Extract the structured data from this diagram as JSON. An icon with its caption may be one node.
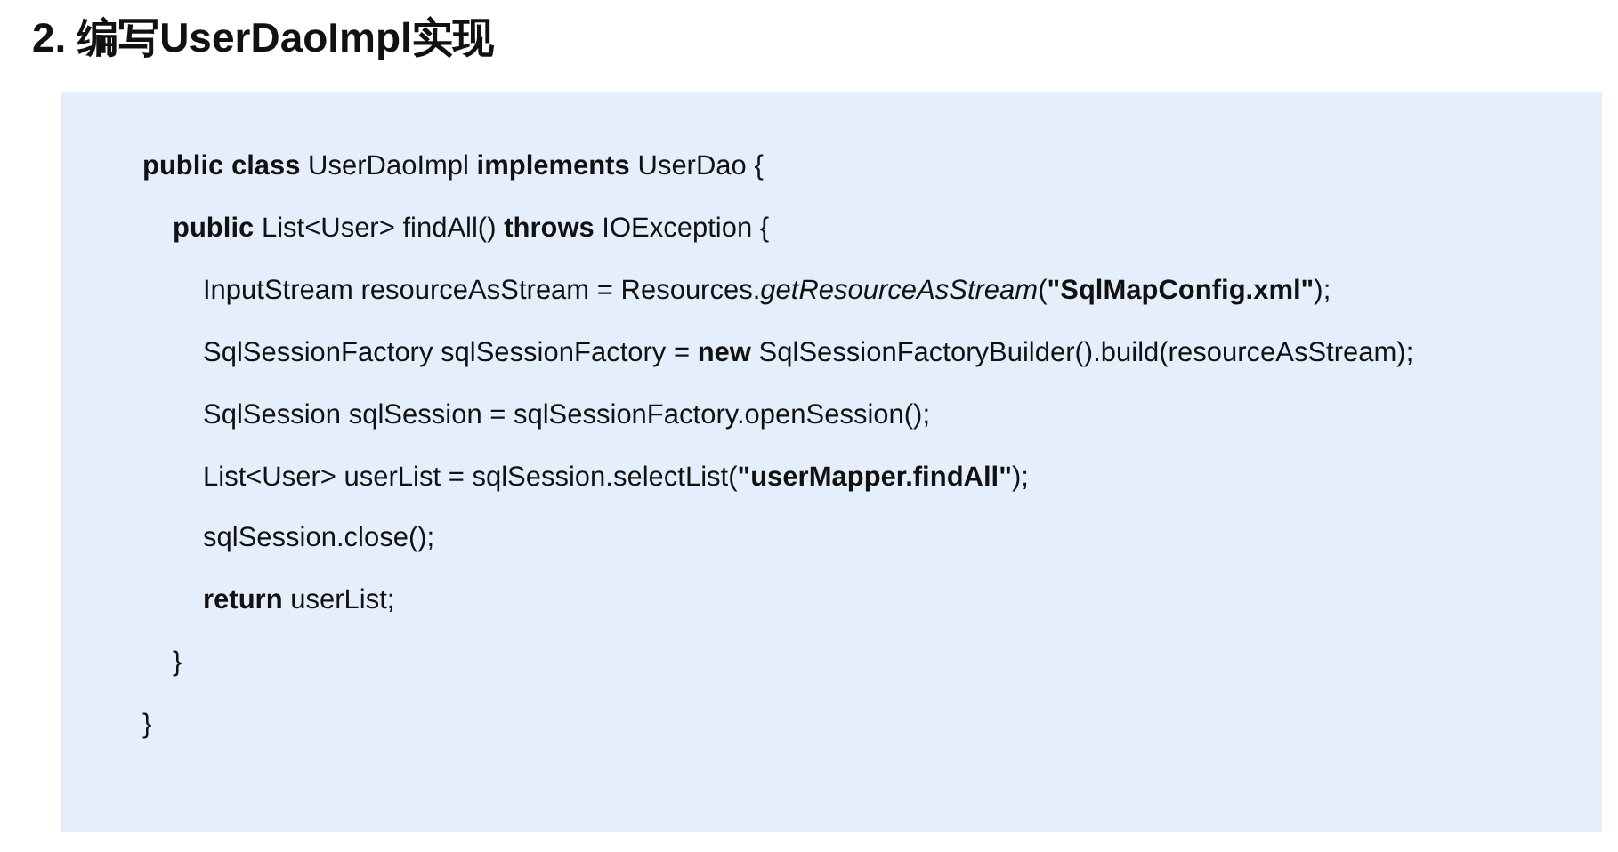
{
  "diagram": {
    "title": "2. 编写UserDaoImpl实现",
    "labels": [
      "**public class** UserDaoImpl **implements** UserDao {",
      "**public** List<User> findAll() **throws** IOException {",
      "InputStream resourceAsStream = Resources.*getResourceAsStream*(**\"SqlMapConfig.xml\"**);",
      "SqlSessionFactory sqlSessionFactory = **new** SqlSessionFactoryBuilder().build(resourceAsStream);",
      "SqlSession sqlSession = sqlSessionFactory.openSession();",
      "List<User> userList = sqlSession.selectList(**\"userMapper.findAll\"**);",
      "sqlSession.close();",
      "**return** userList;",
      "}",
      "}"
    ]
  }
}
